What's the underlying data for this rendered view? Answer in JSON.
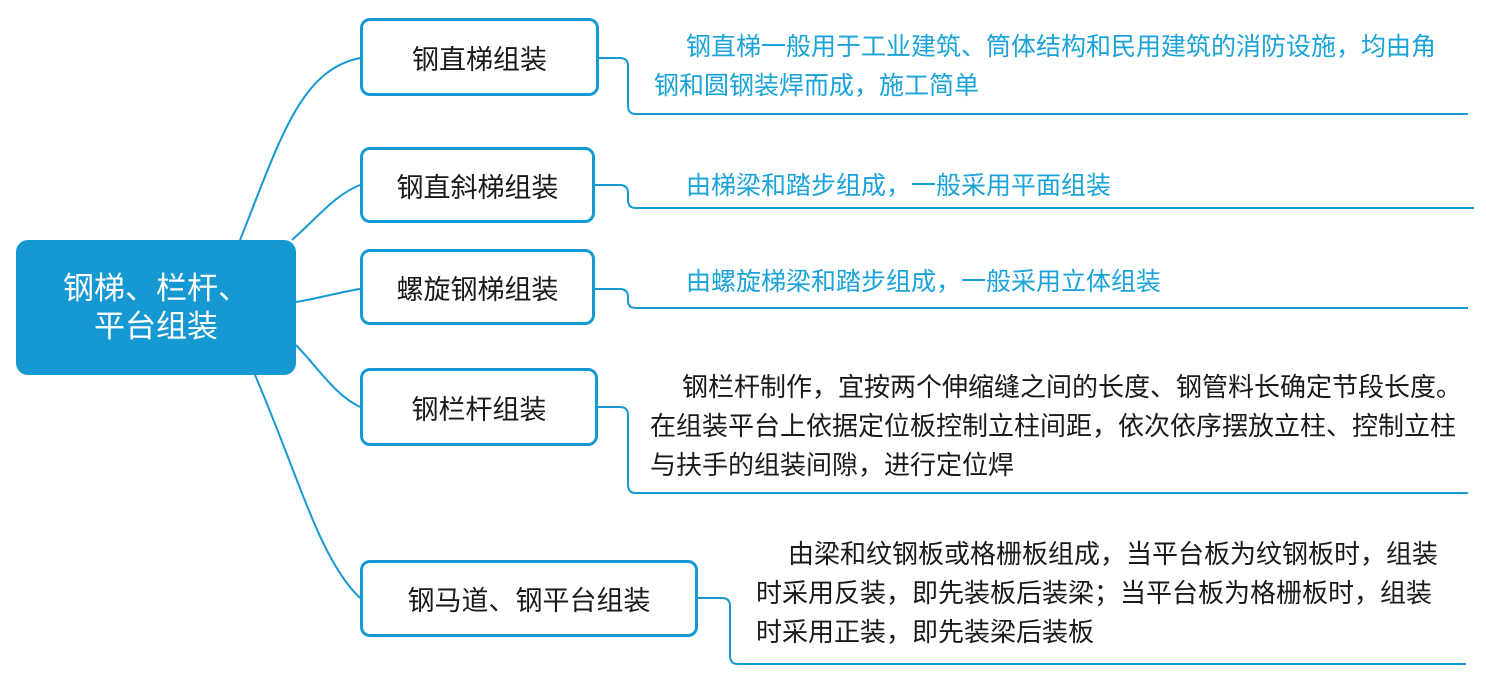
{
  "root": {
    "label": "钢梯、栏杆、平台组装"
  },
  "branches": [
    {
      "label": "钢直梯组装",
      "description": "钢直梯一般用于工业建筑、筒体结构和民用建筑的消防设施，均由角钢和圆钢装焊而成，施工简单"
    },
    {
      "label": "钢直斜梯组装",
      "description": "由梯梁和踏步组成，一般采用平面组装"
    },
    {
      "label": "螺旋钢梯组装",
      "description": "由螺旋梯梁和踏步组成，一般采用立体组装"
    },
    {
      "label": "钢栏杆组装",
      "description": "钢栏杆制作，宜按两个伸缩缝之间的长度、钢管料长确定节段长度。在组装平台上依据定位板控制立柱间距，依次依序摆放立柱、控制立柱与扶手的组装间隙，进行定位焊"
    },
    {
      "label": "钢马道、钢平台组装",
      "description": "由梁和纹钢板或格栅板组成，当平台板为纹钢板时，组装时采用反装，即先装板后装梁；当平台板为格栅板时，组装时采用正装，即先装梁后装板"
    }
  ],
  "colors": {
    "accent": "#1699d3",
    "desc_blue": "#1aa3d8",
    "text": "#1a1a1a"
  }
}
